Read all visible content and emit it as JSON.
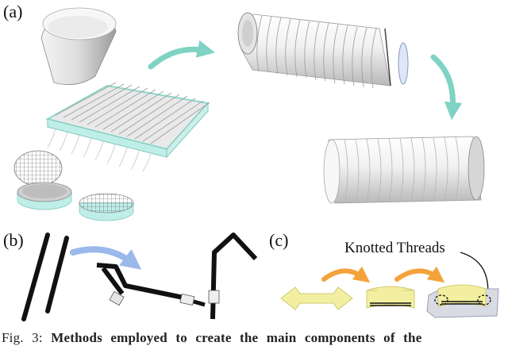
{
  "panels": {
    "a": "(a)",
    "b": "(b)",
    "c": "(c)"
  },
  "annotation": "Knotted Threads",
  "caption": {
    "prefix": "Fig. 3:",
    "bold": "Methods employed to create the main components of the"
  },
  "colors": {
    "arrow_teal": "#7fd3c4",
    "arrow_blue": "#9ab8ea",
    "arrow_orange": "#f4a23a",
    "glass_edge": "#bfeee8",
    "bracket_yellow": "#f2f0a0"
  }
}
